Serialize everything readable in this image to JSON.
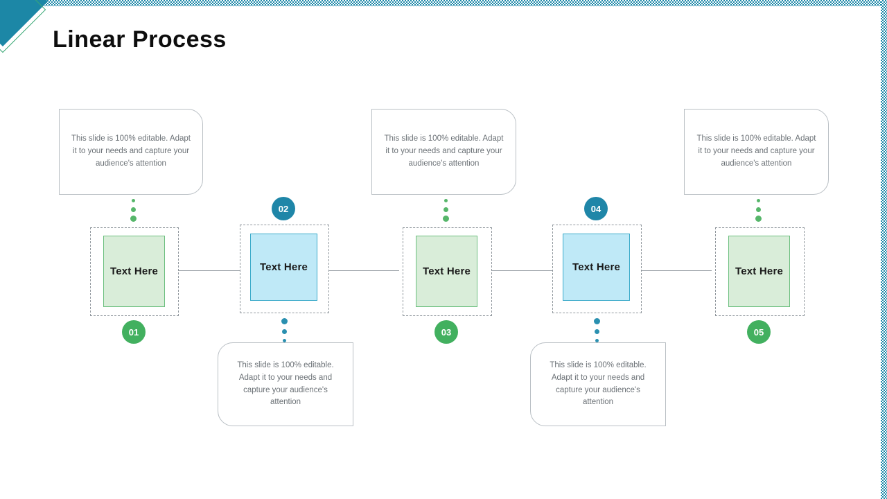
{
  "slide": {
    "title": "Linear Process",
    "accent_teal": "#1c87a6",
    "accent_green": "#42b05f",
    "accent_blue": "#1f86a8",
    "box_green_fill": "#d9edd9",
    "box_blue_fill": "#bfe9f7",
    "callout_text_color": "#6b7176"
  },
  "steps": [
    {
      "number": "01",
      "badge_color": "green",
      "box_color": "green",
      "box_label": "Text Here",
      "callout_position": "top",
      "callout_text": "This slide is 100% editable. Adapt it to your needs and capture your audience's attention"
    },
    {
      "number": "02",
      "badge_color": "blue",
      "box_color": "blue",
      "box_label": "Text Here",
      "callout_position": "bottom",
      "callout_text": "This slide is 100% editable. Adapt it to your needs and capture your audience's attention"
    },
    {
      "number": "03",
      "badge_color": "green",
      "box_color": "green",
      "box_label": "Text Here",
      "callout_position": "top",
      "callout_text": "This slide is 100% editable. Adapt it to your needs and capture your audience's attention"
    },
    {
      "number": "04",
      "badge_color": "blue",
      "box_color": "blue",
      "box_label": "Text Here",
      "callout_position": "bottom",
      "callout_text": "This slide is 100% editable. Adapt it to your needs and capture your audience's attention"
    },
    {
      "number": "05",
      "badge_color": "green",
      "box_color": "green",
      "box_label": "Text Here",
      "callout_position": "top",
      "callout_text": "This slide is 100% editable. Adapt it to your needs and capture your audience's attention"
    }
  ]
}
